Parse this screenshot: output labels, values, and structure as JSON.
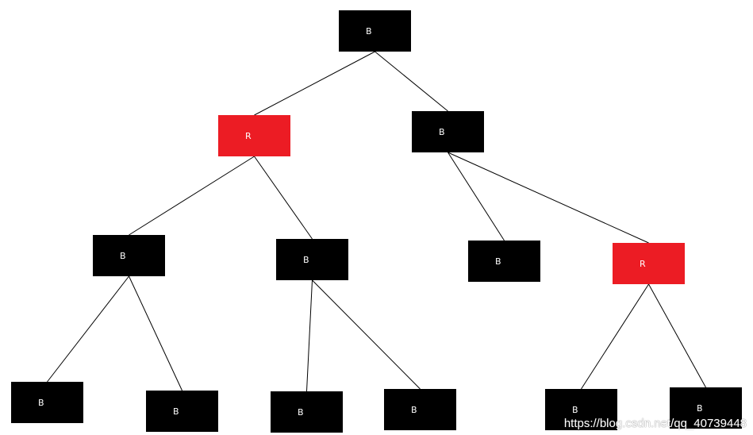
{
  "colors": {
    "black_node": "#000000",
    "red_node": "#ec1c24",
    "edge": "#000000",
    "label": "#ffffff"
  },
  "tree": {
    "nodes": [
      {
        "id": "root",
        "label": "B",
        "color": "black"
      },
      {
        "id": "n-left",
        "label": "R",
        "color": "red"
      },
      {
        "id": "n-right",
        "label": "B",
        "color": "black"
      },
      {
        "id": "n-ll",
        "label": "B",
        "color": "black"
      },
      {
        "id": "n-lr",
        "label": "B",
        "color": "black"
      },
      {
        "id": "n-rl",
        "label": "B",
        "color": "black"
      },
      {
        "id": "n-rr",
        "label": "R",
        "color": "red"
      },
      {
        "id": "n-lll",
        "label": "B",
        "color": "black"
      },
      {
        "id": "n-llr",
        "label": "B",
        "color": "black"
      },
      {
        "id": "n-lrl",
        "label": "B",
        "color": "black"
      },
      {
        "id": "n-lrr",
        "label": "B",
        "color": "black"
      },
      {
        "id": "n-rrl",
        "label": "B",
        "color": "black"
      },
      {
        "id": "n-rrr",
        "label": "B",
        "color": "black"
      }
    ],
    "edges": [
      [
        "root",
        "n-left"
      ],
      [
        "root",
        "n-right"
      ],
      [
        "n-left",
        "n-ll"
      ],
      [
        "n-left",
        "n-lr"
      ],
      [
        "n-right",
        "n-rl"
      ],
      [
        "n-right",
        "n-rr"
      ],
      [
        "n-ll",
        "n-lll"
      ],
      [
        "n-ll",
        "n-llr"
      ],
      [
        "n-lr",
        "n-lrl"
      ],
      [
        "n-lr",
        "n-lrr"
      ],
      [
        "n-rr",
        "n-rrl"
      ],
      [
        "n-rr",
        "n-rrr"
      ]
    ]
  },
  "watermark": "https://blog.csdn.net/qq_40739448"
}
